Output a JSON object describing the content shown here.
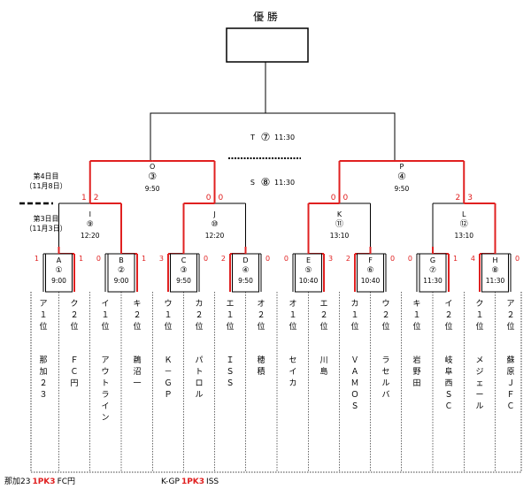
{
  "title": "優 勝",
  "final_match": {
    "label": "T",
    "num": "⑦",
    "time": "11:30"
  },
  "third_match": {
    "label": "S",
    "num": "⑧",
    "time": "11:30"
  },
  "days": {
    "day4": "第4日目",
    "day4_date": "（11月8日）",
    "day3": "第3日目",
    "day3_date": "（11月3日）"
  },
  "semis": [
    {
      "id": "O",
      "num": "③",
      "time": "9:50",
      "score_left": "1",
      "score_right": "2",
      "score_right_b": "0",
      "score_left_b": "0"
    },
    {
      "id": "P",
      "num": "④",
      "time": "9:50",
      "score_left": "0",
      "score_left_b": "2",
      "score_right": "0",
      "score_right_b": "3"
    }
  ],
  "quarters": [
    {
      "id": "I",
      "num": "⑨",
      "time": "12:20"
    },
    {
      "id": "J",
      "num": "⑩",
      "time": "12:20"
    },
    {
      "id": "K",
      "num": "⑪",
      "time": "13:10"
    },
    {
      "id": "L",
      "num": "⑫",
      "time": "13:10"
    }
  ],
  "first_round": [
    {
      "id": "A",
      "num": "①",
      "time": "9:00",
      "left": "1",
      "right": "1"
    },
    {
      "id": "B",
      "num": "②",
      "time": "9:00",
      "left": "0",
      "right": "1"
    },
    {
      "id": "C",
      "num": "③",
      "time": "9:50",
      "left": "3",
      "right": "0"
    },
    {
      "id": "D",
      "num": "④",
      "time": "9:50",
      "left": "2",
      "right": "0"
    },
    {
      "id": "E",
      "num": "⑤",
      "time": "10:40",
      "left": "0",
      "right": "3"
    },
    {
      "id": "F",
      "num": "⑥",
      "time": "10:40",
      "left": "2",
      "right": "0"
    },
    {
      "id": "G",
      "num": "⑦",
      "time": "11:30",
      "left": "0",
      "right": "1"
    },
    {
      "id": "H",
      "num": "⑧",
      "time": "11:30",
      "left": "4",
      "right": "0"
    }
  ],
  "teams": [
    {
      "seed": "ア１位",
      "name": "那加２３"
    },
    {
      "seed": "ク２位",
      "name": "ＦＣ円"
    },
    {
      "seed": "イ１位",
      "name": "アウトライン"
    },
    {
      "seed": "キ２位",
      "name": "鵜沼一"
    },
    {
      "seed": "ウ１位",
      "name": "Ｋ－ＧＰ"
    },
    {
      "seed": "カ２位",
      "name": "パトロル"
    },
    {
      "seed": "エ１位",
      "name": "ＩＳＳ"
    },
    {
      "seed": "オ２位",
      "name": "穂積"
    },
    {
      "seed": "オ１位",
      "name": "セイカ"
    },
    {
      "seed": "エ２位",
      "name": "川島"
    },
    {
      "seed": "カ１位",
      "name": "ＶＡＭＯＳ"
    },
    {
      "seed": "ウ２位",
      "name": "ラセルバ"
    },
    {
      "seed": "キ１位",
      "name": "岩野田"
    },
    {
      "seed": "イ２位",
      "name": "岐阜西ＳＣ"
    },
    {
      "seed": "ク１位",
      "name": "メジェール"
    },
    {
      "seed": "ア２位",
      "name": "蘇原ＪＦＣ"
    }
  ],
  "pk_notes": [
    {
      "left": "那加23",
      "pk": "1PK3",
      "right": "FC円"
    },
    {
      "left": "K-GP",
      "pk": "1PK3",
      "right": "ISS"
    }
  ]
}
